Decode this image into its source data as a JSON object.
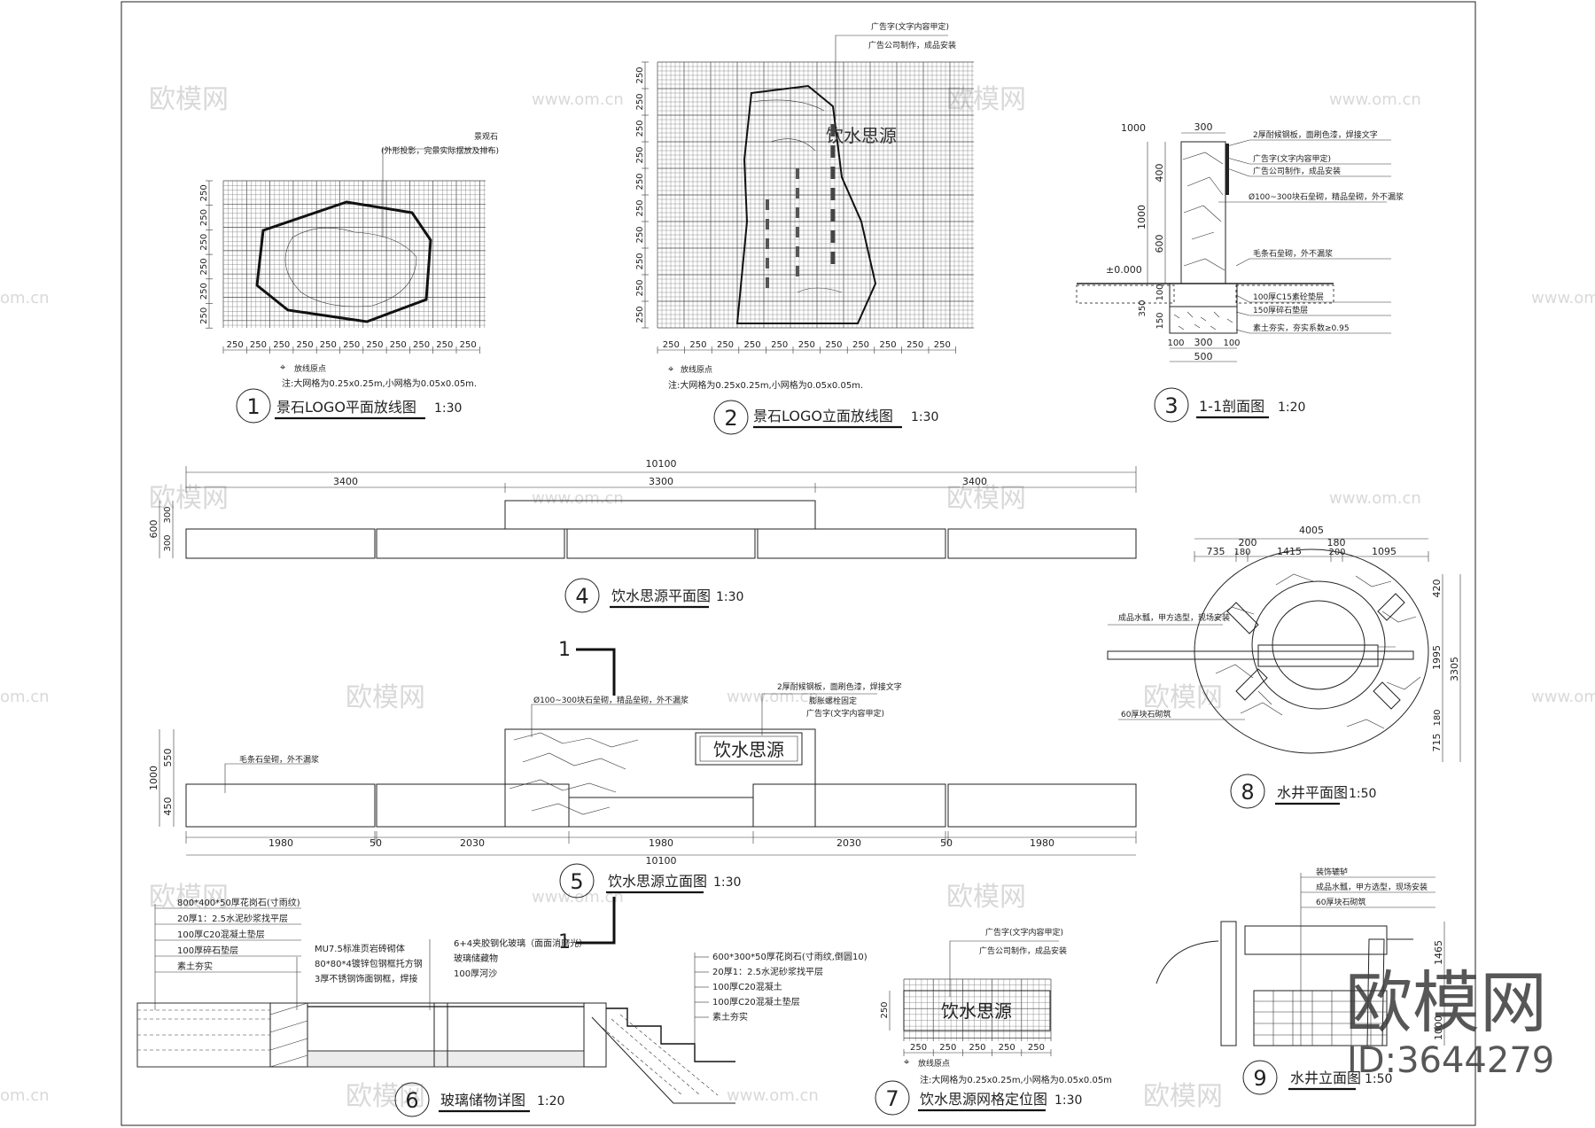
{
  "watermarks": {
    "site_cn": "欧模网",
    "site_url": "www.om.cn",
    "site_url_partial": "om.cn",
    "brand": "欧模网",
    "id_text": "ID:3644279"
  },
  "panels": [
    {
      "num": "1",
      "title": "景石LOGO平面放线图",
      "scale": "1:30"
    },
    {
      "num": "2",
      "title": "景石LOGO立面放线图",
      "scale": "1:30"
    },
    {
      "num": "3",
      "title": "1-1剖面图",
      "scale": "1:20"
    },
    {
      "num": "4",
      "title": "饮水思源平面图",
      "scale": "1:30"
    },
    {
      "num": "5",
      "title": "饮水思源立面图",
      "scale": "1:30"
    },
    {
      "num": "6",
      "title": "玻璃储物详图",
      "scale": "1:20"
    },
    {
      "num": "7",
      "title": "饮水思源网格定位图",
      "scale": "1:30"
    },
    {
      "num": "8",
      "title": "水井平面图",
      "scale": "1:50"
    },
    {
      "num": "9",
      "title": "水井立面图",
      "scale": "1:50"
    }
  ],
  "p1": {
    "label_a": "景观石",
    "label_b": "(外形投影，完景实际摆放及排布)",
    "dim_tick": "250",
    "origin": "放线原点",
    "note": "注:大网格为0.25x0.25m,小网格为0.05x0.05m."
  },
  "p2": {
    "label_a": "广告字(文字内容甲定)",
    "label_b": "广告公司制作，成品安装",
    "dim_tick": "250",
    "origin": "放线原点",
    "note": "注:大网格为0.25x0.25m,小网格为0.05x0.05m."
  },
  "p3": {
    "labels": [
      "2厚耐候钢板，面刷色漆，焊接文字",
      "广告字(文字内容甲定)",
      "广告公司制作，成品安装",
      "Ø100~300块石垒砌，精品垒砌，外不漏浆",
      "毛条石垒砌，外不漏浆",
      "100厚C15素砼垫层",
      "150厚碎石垫层",
      "素土夯实，夯实系数≥0.95"
    ],
    "dims_left": [
      "1000",
      "400",
      "1000",
      "600",
      "±0.000",
      "100",
      "350",
      "150"
    ],
    "dims_top": [
      "300"
    ],
    "dims_bottom": [
      "100",
      "300",
      "100",
      "500"
    ]
  },
  "p4": {
    "dims_top": [
      "10100",
      "3400",
      "3300",
      "3400"
    ],
    "dims_left": [
      "600",
      "300",
      "300"
    ]
  },
  "p5": {
    "section_mark": "1",
    "labels": [
      "Ø100~300块石垒砌，精品垒砌，外不漏浆",
      "2厚耐候钢板，面刷色漆，焊接文字",
      "膨胀螺栓固定",
      "广告字(文字内容甲定)",
      "毛条石垒砌，外不漏浆"
    ],
    "sign": "饮水思源",
    "dims_left": [
      "1000",
      "550",
      "450"
    ],
    "dims_bottom": [
      "1980",
      "50",
      "2030",
      "1980",
      "2030",
      "50",
      "1980"
    ],
    "dims_total": "10100"
  },
  "p6": {
    "labels_left": [
      "800*400*50厚花岗石(寸雨纹)",
      "20厚1：2.5水泥砂浆找平层",
      "100厚C20混凝土垫层",
      "100厚碎石垫层",
      "素土夯实"
    ],
    "labels_mid": [
      "MU7.5标准页岩砖砌体",
      "80*80*4镀锌包钢框托方钢",
      "3厚不锈钢饰面钢框，焊接"
    ],
    "labels_glass": [
      "6+4夹胶钢化玻璃（面面消磨光）",
      "玻璃储藏物",
      "100厚河沙"
    ],
    "labels_right": [
      "600*300*50厚花岗石(寸雨纹,倒圆10)",
      "20厚1：2.5水泥砂浆找平层",
      "100厚C20混凝土",
      "100厚C20混凝土垫层",
      "素土夯实"
    ],
    "section_mark": "1"
  },
  "p7": {
    "label_a": "广告字(文字内容甲定)",
    "label_b": "广告公司制作，成品安装",
    "sign": "饮水思源",
    "dim_tick": "250",
    "origin": "放线原点",
    "note": "注:大网格为0.25x0.25m,小网格为0.05x0.05m"
  },
  "p8": {
    "labels": [
      "成品水瓢，甲方选型，现场安装",
      "60厚块石砌筑"
    ],
    "dims_top": [
      "4005",
      "200",
      "180",
      "735",
      "180",
      "1415",
      "200",
      "1095"
    ],
    "dims_right": [
      "420",
      "1995",
      "3305",
      "180",
      "715"
    ]
  },
  "p9": {
    "labels": [
      "装饰辘轳",
      "成品水瓢，甲方选型，现场安装",
      "60厚块石砌筑"
    ],
    "dims_right": [
      "1465",
      "1000"
    ]
  }
}
